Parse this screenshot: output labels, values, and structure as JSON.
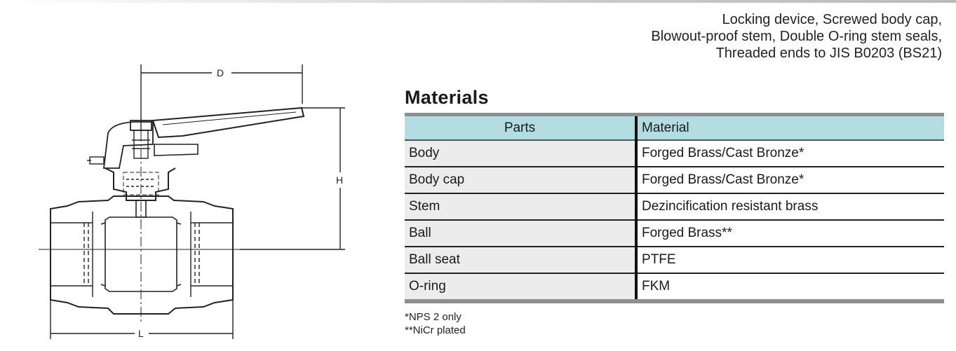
{
  "features": [
    "Locking device, Screwed body cap,",
    "Blowout-proof stem, Double O-ring stem seals,",
    "Threaded ends to JIS B0203 (BS21)"
  ],
  "drawing": {
    "dim_d": "D",
    "dim_h": "H",
    "dim_l": "L"
  },
  "materials": {
    "title": "Materials",
    "headers": {
      "parts": "Parts",
      "material": "Material"
    },
    "rows": [
      {
        "part": "Body",
        "material": "Forged Brass/Cast Bronze*"
      },
      {
        "part": "Body cap",
        "material": "Forged Brass/Cast Bronze*"
      },
      {
        "part": "Stem",
        "material": "Dezincification resistant brass"
      },
      {
        "part": "Ball",
        "material": "Forged Brass**"
      },
      {
        "part": "Ball seat",
        "material": "PTFE"
      },
      {
        "part": "O-ring",
        "material": "FKM"
      }
    ]
  },
  "footnotes": [
    "*NPS 2 only",
    "**NiCr plated"
  ],
  "colors": {
    "header_fill": "#b3dde0",
    "parts_fill": "#ececec",
    "rule_gray": "#8c8f8f"
  }
}
